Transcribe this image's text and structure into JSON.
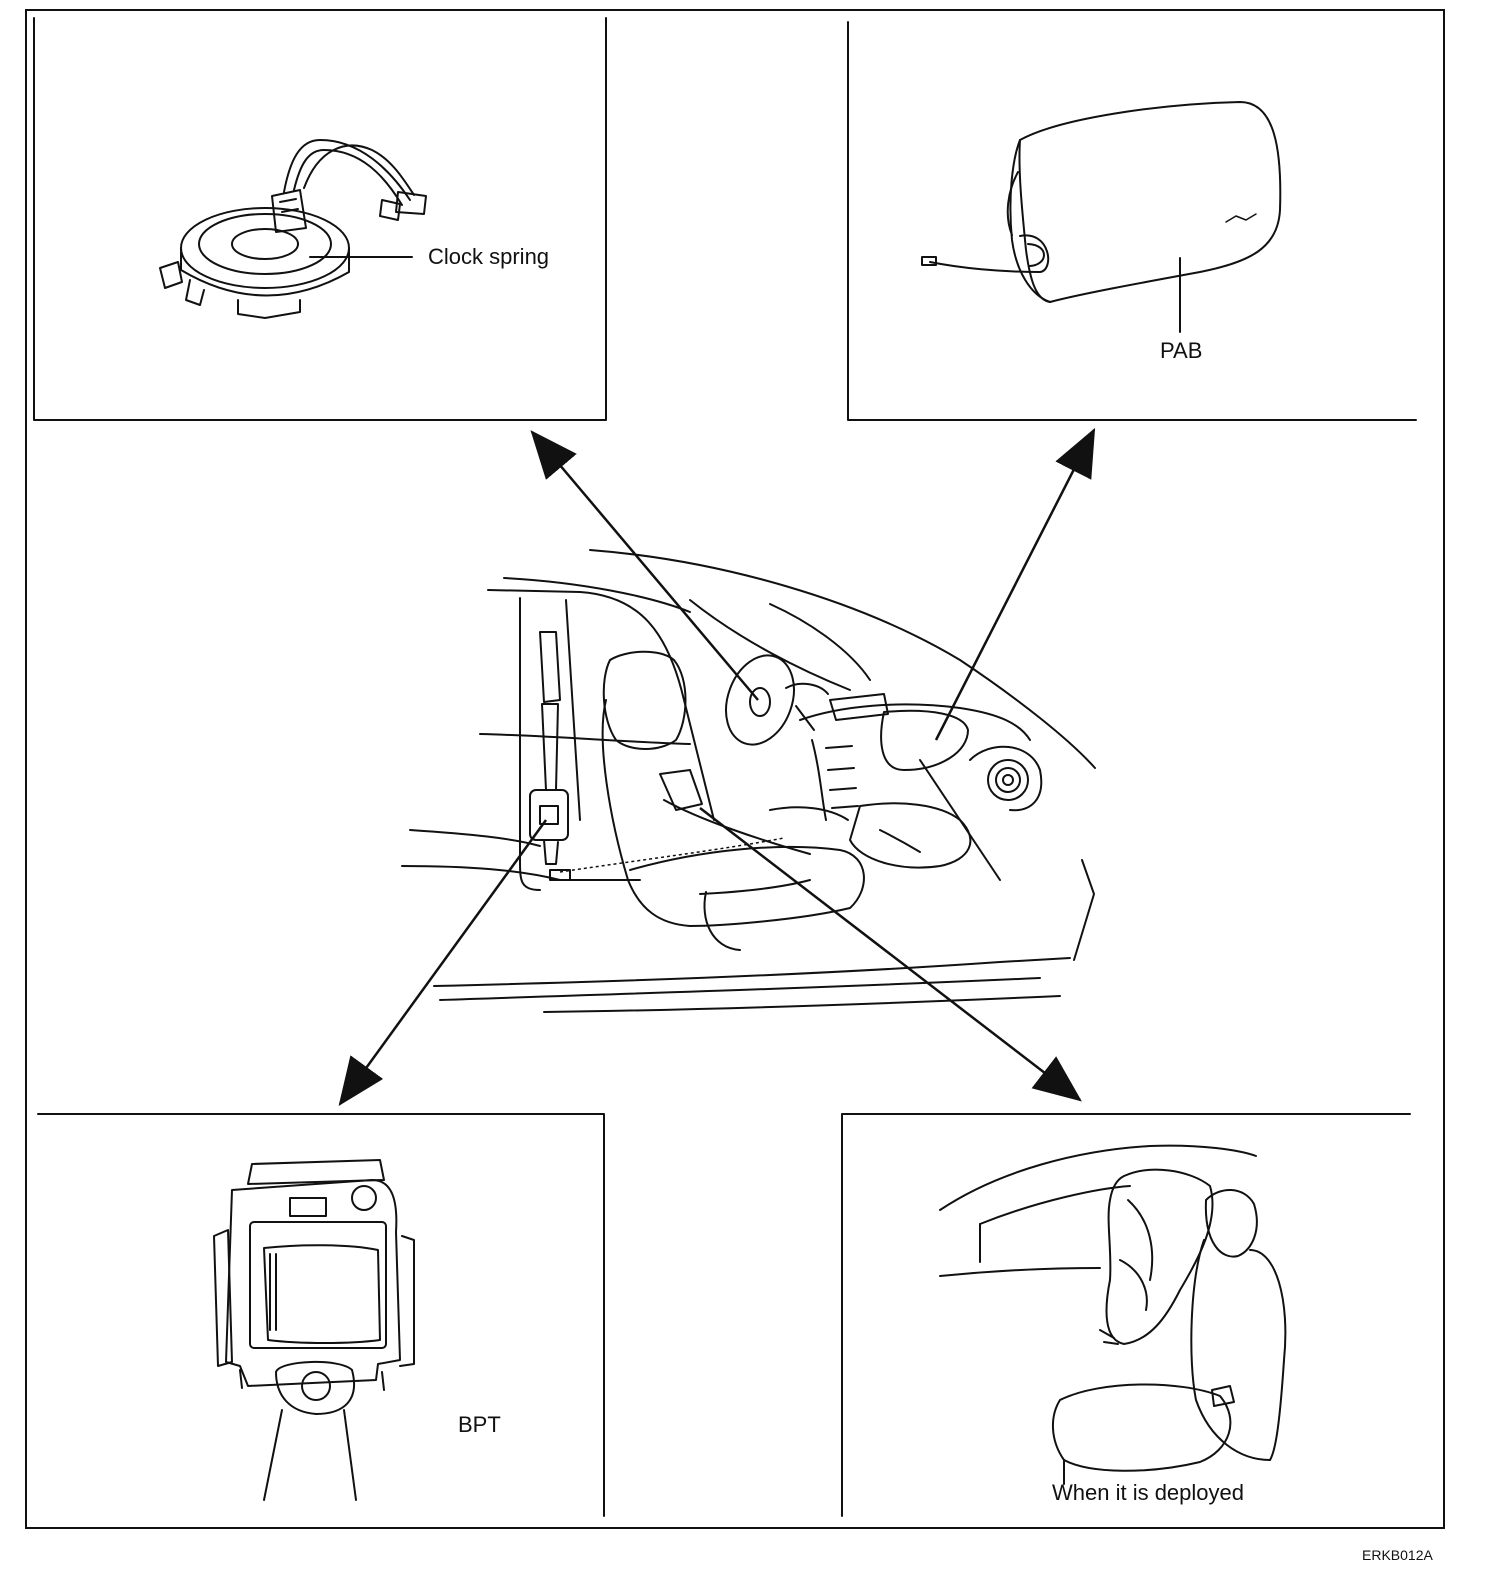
{
  "labels": {
    "clock_spring": "Clock spring",
    "pab": "PAB",
    "bpt": "BPT",
    "deployed": "When it is deployed",
    "figure_code": "ERKB012A"
  }
}
